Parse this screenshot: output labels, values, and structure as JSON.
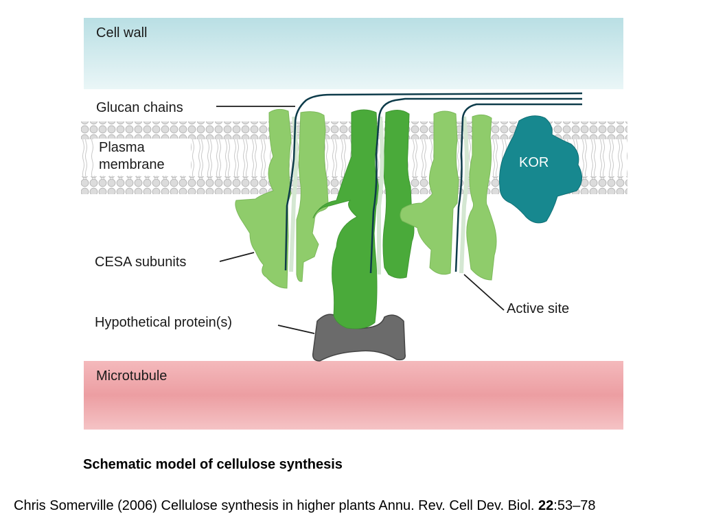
{
  "labels": {
    "cell_wall": "Cell wall",
    "glucan_chains": "Glucan chains",
    "plasma_line1": "Plasma",
    "plasma_line2": "membrane",
    "cesa_subunits": "CESA subunits",
    "hypothetical_protein": "Hypothetical protein(s)",
    "microtubule": "Microtubule",
    "kor": "KOR",
    "active_site": "Active site"
  },
  "caption": "Schematic model of cellulose synthesis",
  "citation": {
    "text_before": "Chris Somerville (2006) Cellulose synthesis in higher plants Annu. Rev. Cell Dev. Biol. ",
    "volume": "22",
    "pages": ":53–78"
  },
  "colors": {
    "cell_wall": "#cfe9ec",
    "microtubule": "#ef9fa3",
    "cesa_light": "#8fcc6b",
    "cesa_dark": "#4aaa3a",
    "kor": "#17888f",
    "hypothetical_protein": "#6e6e6e",
    "glucan_chain": "#0d3b4a",
    "membrane_heads": "#d8d8d8"
  }
}
